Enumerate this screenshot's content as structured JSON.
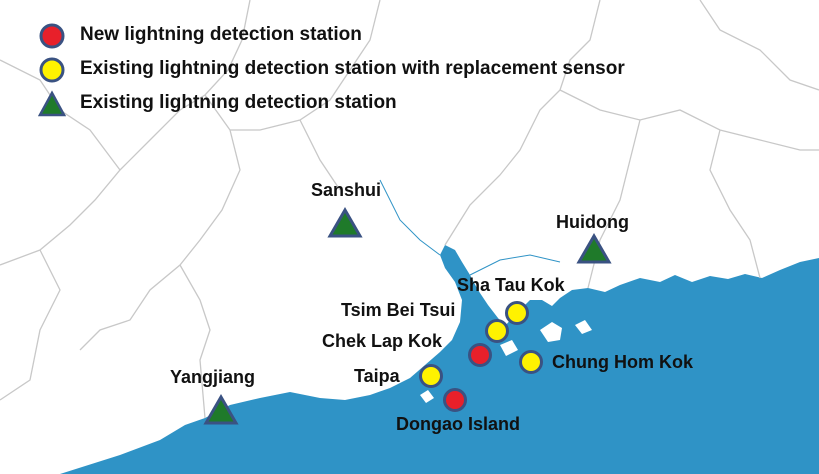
{
  "legend": {
    "new_station": "New lightning detection station",
    "replacement_station": "Existing lightning detection station with replacement sensor",
    "existing_station": "Existing lightning detection station"
  },
  "colors": {
    "sea": "#2f93c6",
    "land": "#ffffff",
    "boundary": "#c8c8c8",
    "new_station_fill": "#e8202a",
    "replacement_fill": "#fff200",
    "existing_fill": "#1f7a2a",
    "marker_outline": "#3a5282"
  },
  "stations": [
    {
      "id": "sanshui",
      "name": "Sanshui",
      "type": "existing"
    },
    {
      "id": "huidong",
      "name": "Huidong",
      "type": "existing"
    },
    {
      "id": "yangjiang",
      "name": "Yangjiang",
      "type": "existing"
    },
    {
      "id": "sha-tau-kok",
      "name": "Sha Tau Kok",
      "type": "replacement"
    },
    {
      "id": "tsim-bei-tsui",
      "name": "Tsim Bei Tsui",
      "type": "replacement"
    },
    {
      "id": "chek-lap-kok",
      "name": "Chek Lap Kok",
      "type": "new"
    },
    {
      "id": "chung-hom-kok",
      "name": "Chung Hom Kok",
      "type": "replacement"
    },
    {
      "id": "taipa",
      "name": "Taipa",
      "type": "replacement"
    },
    {
      "id": "dongao-island",
      "name": "Dongao Island",
      "type": "new"
    }
  ]
}
